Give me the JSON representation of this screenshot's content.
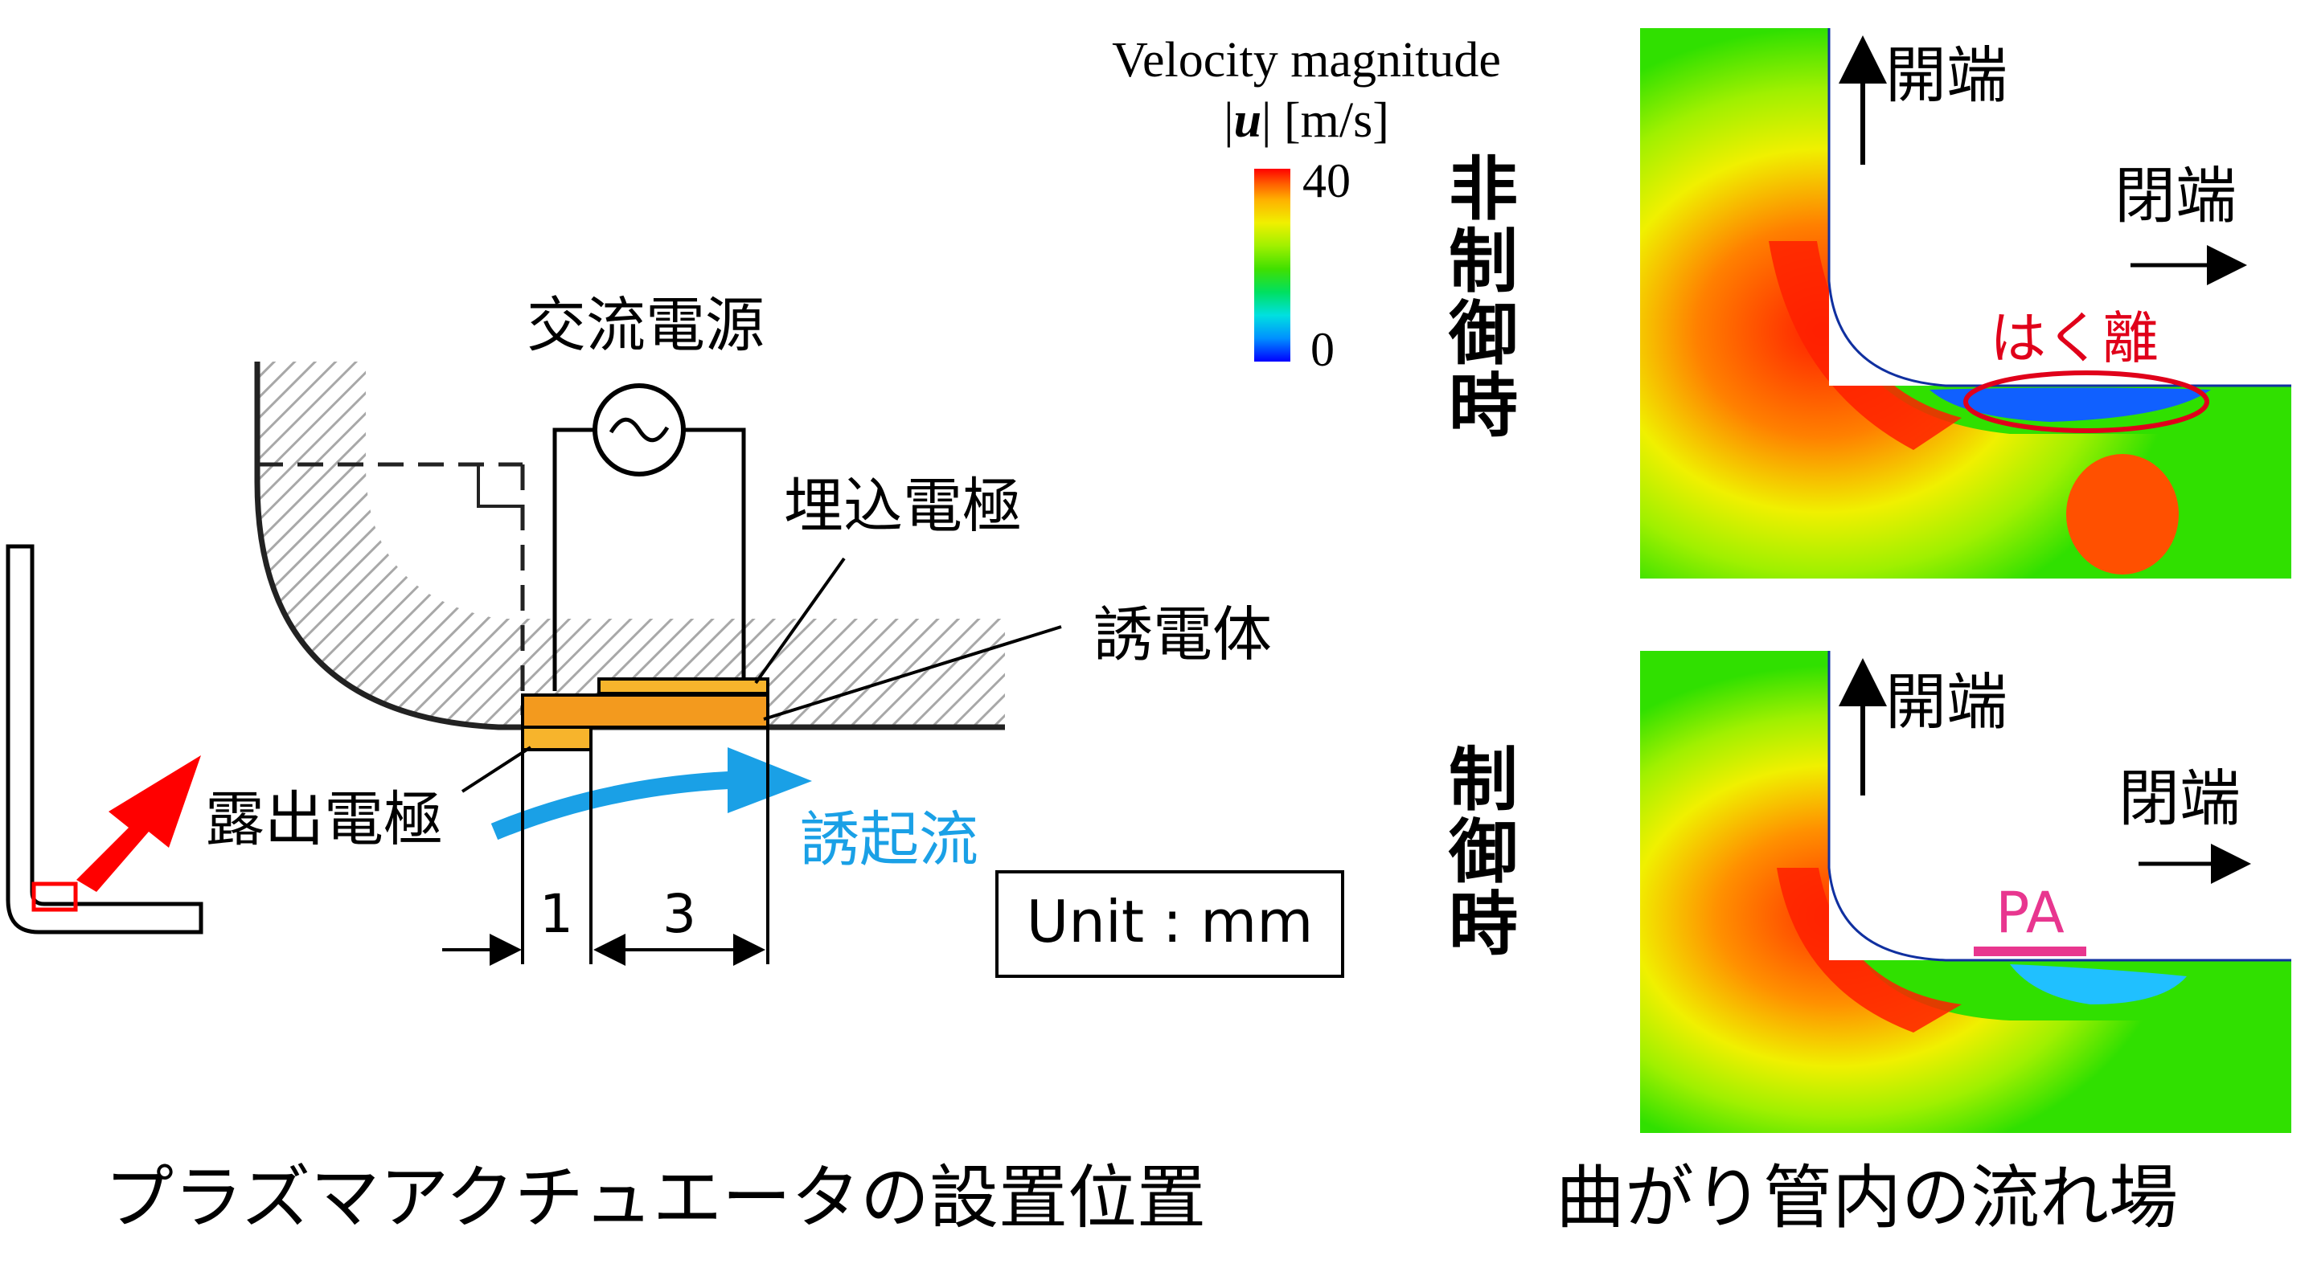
{
  "left_figure": {
    "caption": "プラズマアクチュエータの設置位置",
    "power_source_label": "交流電源",
    "embedded_electrode_label": "埋込電極",
    "dielectric_label": "誘電体",
    "exposed_electrode_label": "露出電極",
    "induced_flow_label": "誘起流",
    "dim_exposed": "1",
    "dim_embedded": "3",
    "unit_label": "Unit : mm"
  },
  "colorbar": {
    "title_line1": "Velocity magnitude",
    "title_line2_symbol": "u",
    "title_line2_unit": "[m/s]",
    "max": "40",
    "min": "0",
    "colors": [
      "#0000ff",
      "#0090ff",
      "#00e0e0",
      "#00e060",
      "#40e000",
      "#a0f000",
      "#f0f000",
      "#ffb000",
      "#ff6000",
      "#ff0000"
    ]
  },
  "right_figure": {
    "caption": "曲がり管内の流れ場",
    "top_panel": {
      "row_label": "非制御時",
      "outlet_up_label": "開端",
      "outlet_right_label": "閉端",
      "annotation": "はく離"
    },
    "bottom_panel": {
      "row_label": "制御時",
      "outlet_up_label": "開端",
      "outlet_right_label": "閉端",
      "annotation": "PA"
    }
  },
  "colors": {
    "electrode": "#f39a1e",
    "electrode_dark": "#f7b42c",
    "induced_flow": "#1aa0e6",
    "locator_arrow": "#ff0000",
    "separation": "#e0001a",
    "pa_marker": "#e8368f"
  }
}
